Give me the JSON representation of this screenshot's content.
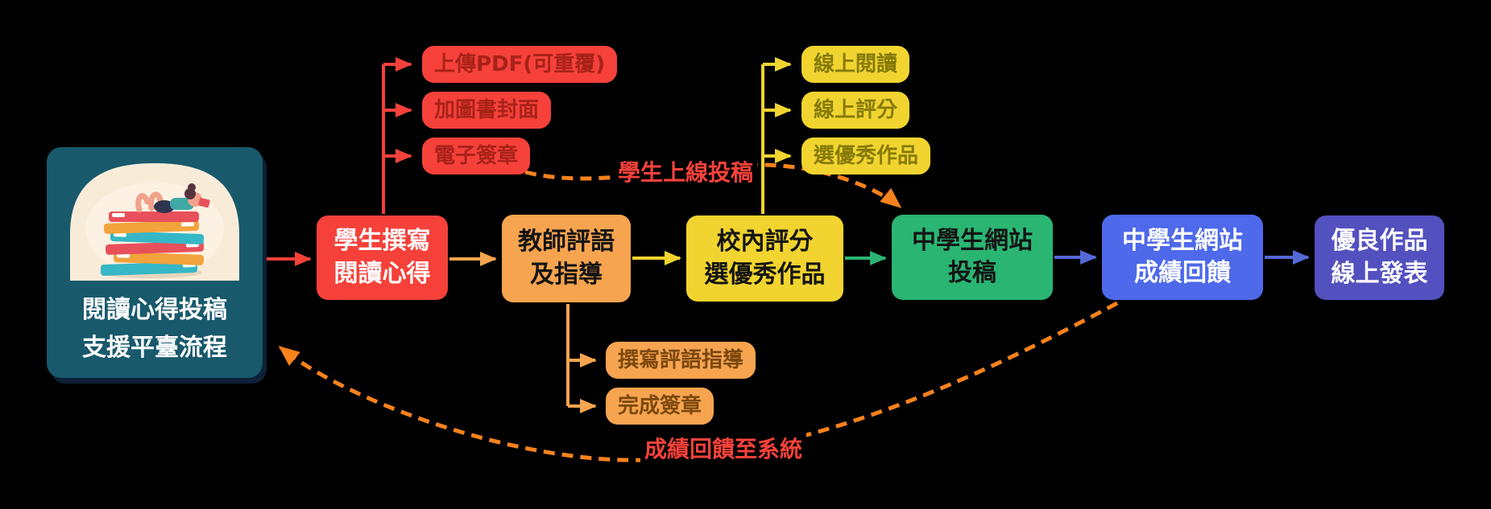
{
  "diagram_title": "閱讀心得投稿支援平臺流程",
  "nodes": {
    "start": {
      "line1": "閱讀心得投稿",
      "line2": "支援平臺流程"
    },
    "student_write": {
      "line1": "學生撰寫",
      "line2": "閱讀心得"
    },
    "teacher_comment": {
      "line1": "教師評語",
      "line2": "及指導"
    },
    "school_scoring": {
      "line1": "校內評分",
      "line2": "選優秀作品"
    },
    "site_submit": {
      "line1": "中學生網站",
      "line2": "投稿"
    },
    "site_feedback": {
      "line1": "中學生網站",
      "line2": "成績回饋"
    },
    "publish": {
      "line1": "優良作品",
      "line2": "線上發表"
    }
  },
  "student_steps": [
    "上傳PDF(可重覆)",
    "加圖書封面",
    "電子簽章"
  ],
  "school_steps": [
    "線上閱讀",
    "線上評分",
    "選優秀作品"
  ],
  "teacher_steps": [
    "撰寫評語指導",
    "完成簽章"
  ],
  "flow_labels": {
    "student_online_submit": "學生上線投稿",
    "score_feedback": "成績回饋至系統"
  },
  "icons": {
    "illustration": "books-reading-illustration"
  },
  "colors": {
    "background": "#000000",
    "start_teal": "#18596c",
    "start_shadow": "#0e2137",
    "arch_cream": "#f8ecd9",
    "red": "#f5413a",
    "red_text_dark": "#a82218",
    "orange": "#f6a44f",
    "orange_text_dark": "#7c480e",
    "yellow": "#f1d42f",
    "yellow_text_dark": "#867a08",
    "green": "#2ab573",
    "blue": "#4e69ea",
    "indigo": "#5351bf",
    "flow_arrow_blue": "#5468d8",
    "dashed_orange": "#f8821c",
    "flow_label_red": "#f8423b"
  }
}
